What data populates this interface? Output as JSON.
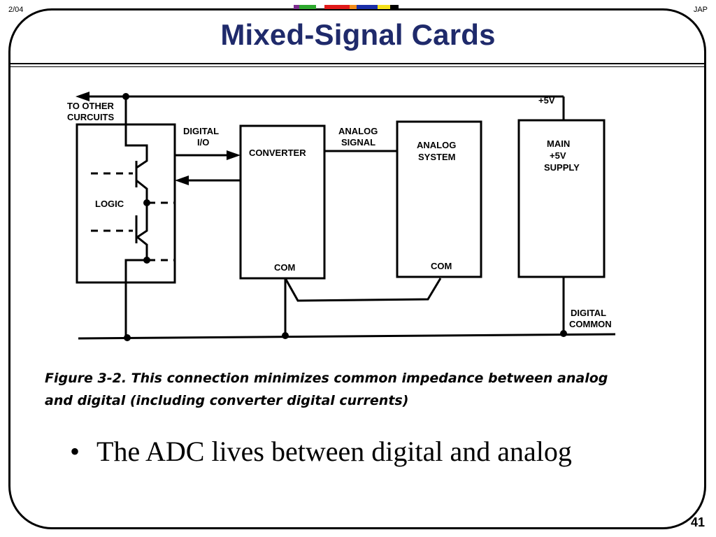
{
  "header": {
    "date": "2/04",
    "author": "JAP",
    "title": "Mixed-Signal Cards"
  },
  "accent_colors": [
    "#7b2d8e",
    "#2da82d",
    "#e01919",
    "#f28c1a",
    "#1a2ea8",
    "#f5e11a",
    "#000000"
  ],
  "diagram": {
    "labels": {
      "to_other_line1": "TO OTHER",
      "to_other_line2": "CURCUITS",
      "logic": "LOGIC",
      "digital_io_line1": "DIGITAL",
      "digital_io_line2": "I/O",
      "converter": "CONVERTER",
      "converter_com": "COM",
      "analog_signal_line1": "ANALOG",
      "analog_signal_line2": "SIGNAL",
      "analog_system_line1": "ANALOG",
      "analog_system_line2": "SYSTEM",
      "analog_com": "COM",
      "plus5v": "+5V",
      "supply_line1": "MAIN",
      "supply_line2": "+5V",
      "supply_line3": "SUPPLY",
      "digital_common_line1": "DIGITAL",
      "digital_common_line2": "COMMON"
    }
  },
  "figure_caption": {
    "line1": "Figure 3-2.  This connection minimizes common impedance between analog",
    "line2": "and digital (including converter digital currents)"
  },
  "bullets": [
    {
      "symbol": "•",
      "text": "The ADC lives between digital and analog"
    }
  ],
  "page_number": "41"
}
